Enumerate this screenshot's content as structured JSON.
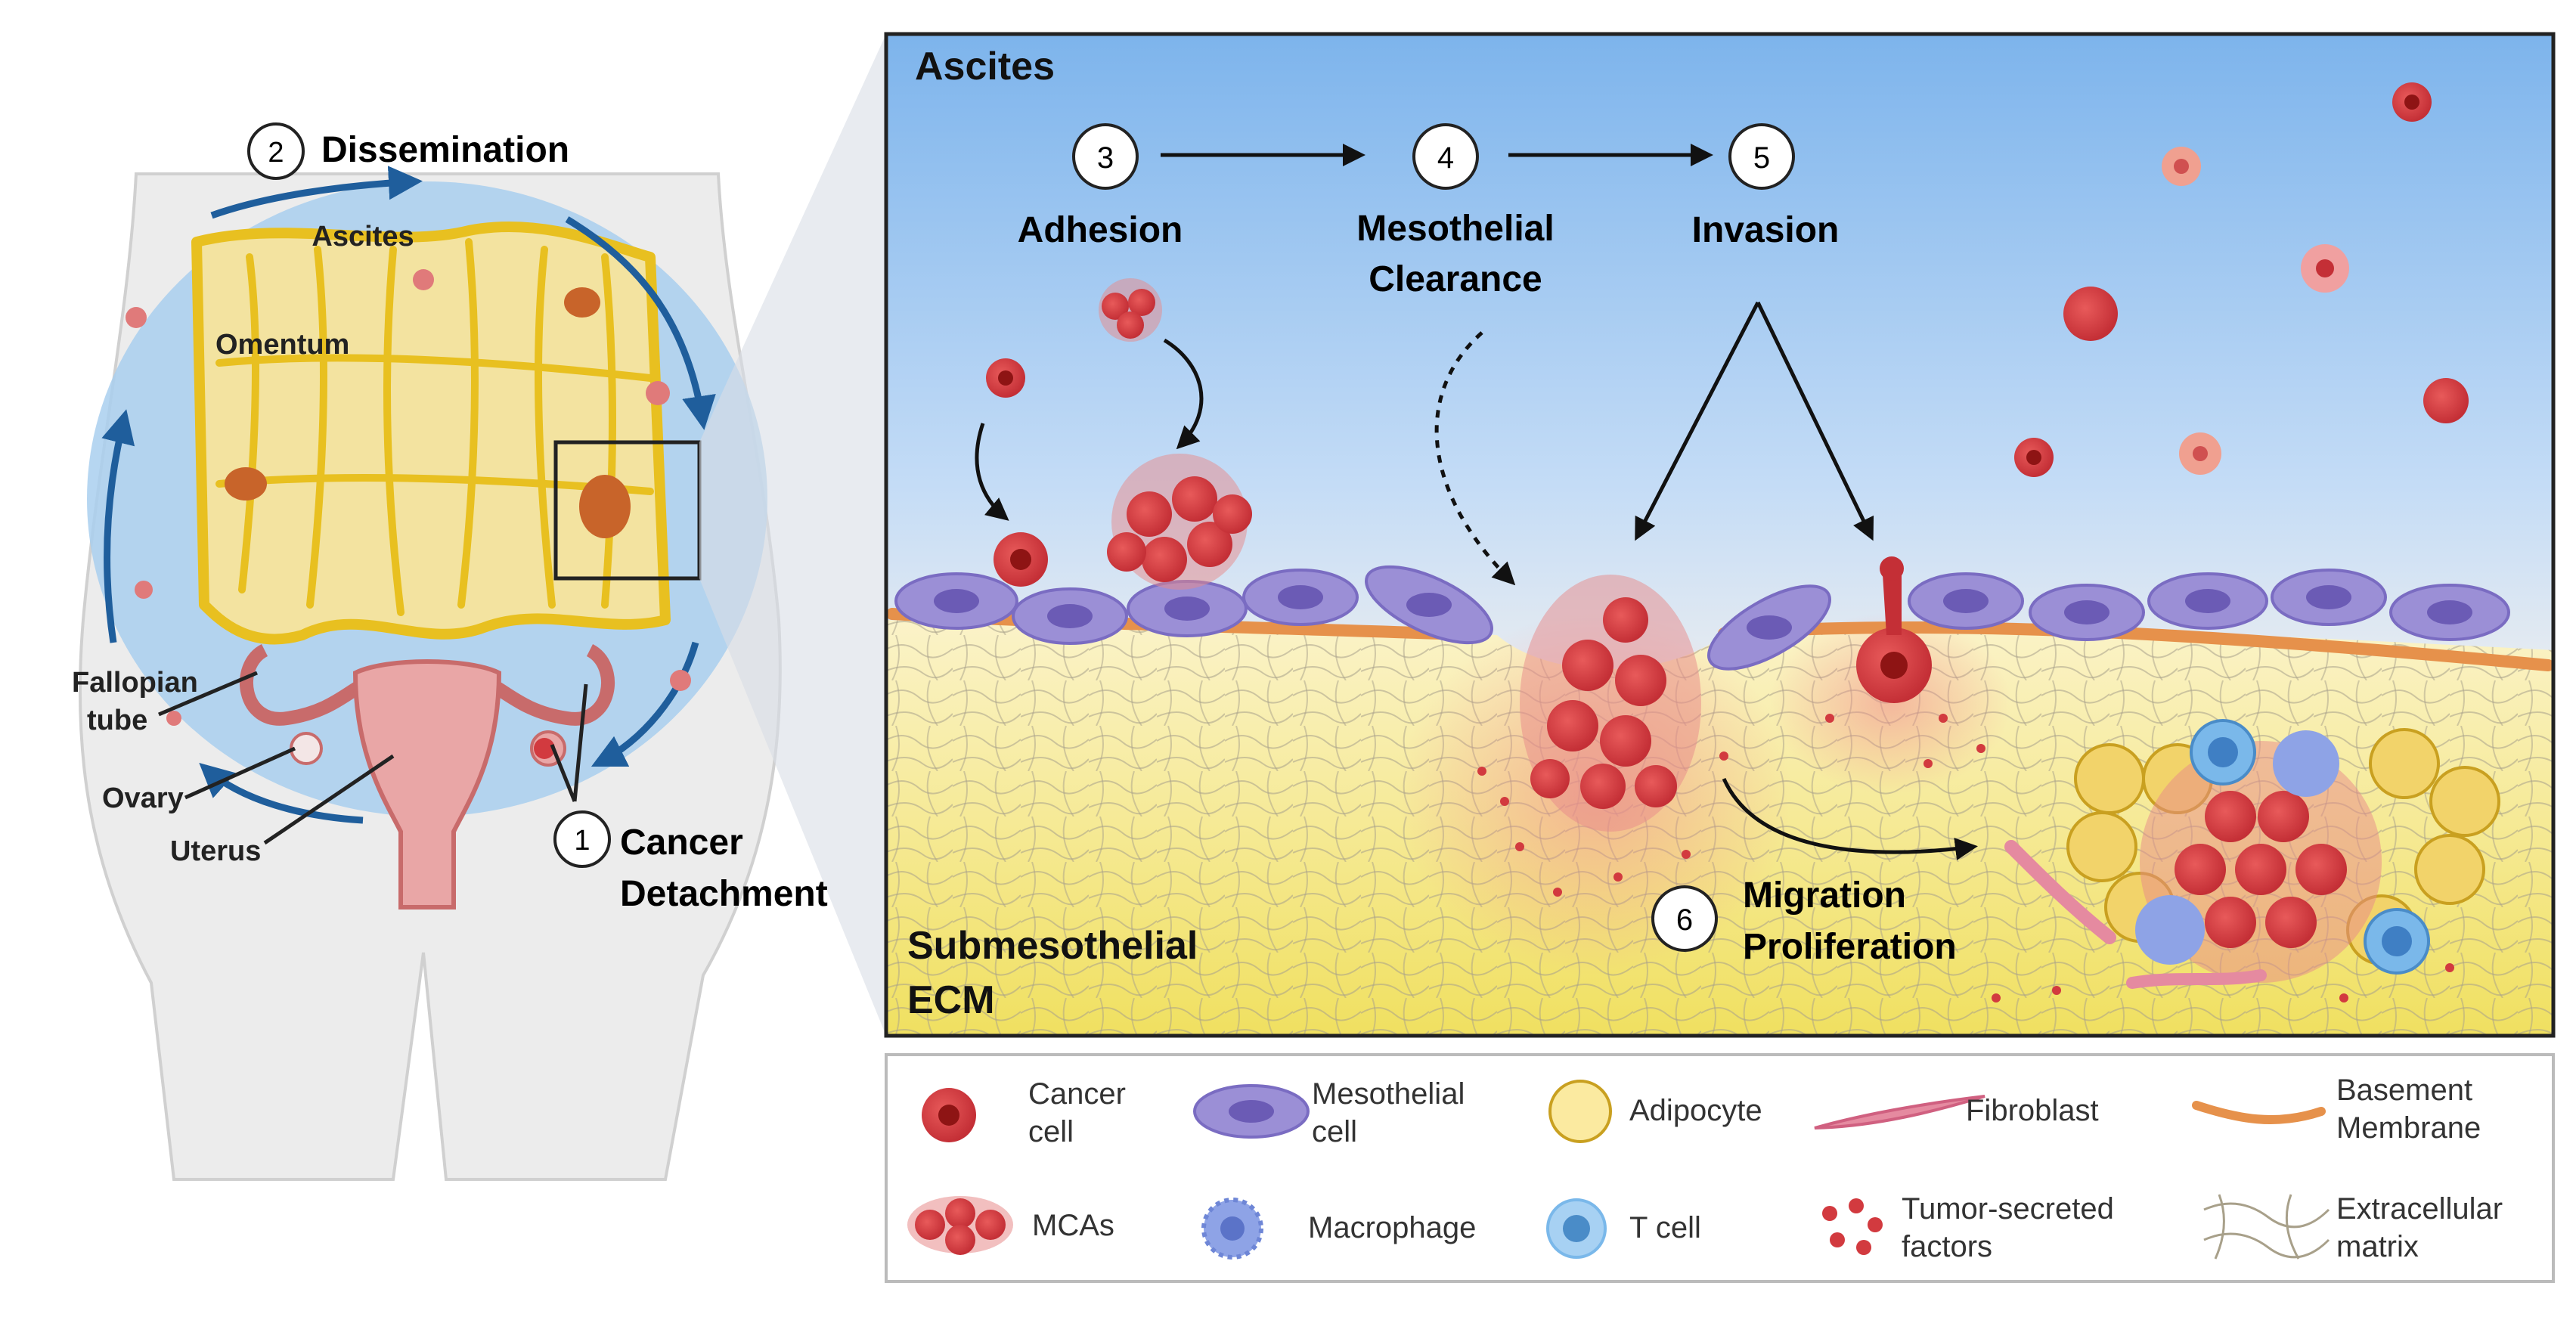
{
  "left_panel": {
    "dissemination": {
      "number": "2",
      "label": "Dissemination"
    },
    "ascites": "Ascites",
    "omentum": "Omentum",
    "fallopian_tube": [
      "Fallopian",
      "tube"
    ],
    "ovary": "Ovary",
    "uterus": "Uterus",
    "cancer_detachment": {
      "number": "1",
      "label": [
        "Cancer",
        "Detachment"
      ]
    }
  },
  "main_panel": {
    "ascites_label": "Ascites",
    "steps": [
      {
        "number": "3",
        "label": [
          "Adhesion"
        ]
      },
      {
        "number": "4",
        "label": [
          "Mesothelial",
          "Clearance"
        ]
      },
      {
        "number": "5",
        "label": [
          "Invasion"
        ]
      },
      {
        "number": "6",
        "label": [
          "Migration",
          "Proliferation"
        ]
      }
    ],
    "ecm_label": [
      "Submesothelial",
      "ECM"
    ]
  },
  "legend": [
    {
      "icon": "cancer-cell-icon",
      "label": [
        "Cancer",
        "cell"
      ]
    },
    {
      "icon": "mesothelial-cell-icon",
      "label": [
        "Mesothelial",
        "cell"
      ]
    },
    {
      "icon": "adipocyte-icon",
      "label": [
        "Adipocyte"
      ]
    },
    {
      "icon": "fibroblast-icon",
      "label": [
        "Fibroblast"
      ]
    },
    {
      "icon": "basement-membrane-icon",
      "label": [
        "Basement",
        "Membrane"
      ]
    },
    {
      "icon": "mcas-icon",
      "label": [
        "MCAs"
      ]
    },
    {
      "icon": "macrophage-icon",
      "label": [
        "Macrophage"
      ]
    },
    {
      "icon": "t-cell-icon",
      "label": [
        "T cell"
      ]
    },
    {
      "icon": "tumor-secreted-factors-icon",
      "label": [
        "Tumor-secreted",
        "factors"
      ]
    },
    {
      "icon": "extracellular-matrix-icon",
      "label": [
        "Extracellular",
        "matrix"
      ]
    }
  ],
  "colors": {
    "cancer": "#d23a3f",
    "cancer_dark": "#8e1414",
    "mesothelial": "#9b8fd6",
    "mesothelial_nucleus": "#6b5bb5",
    "adipocyte": "#f2d36a",
    "fibroblast": "#e58aa0",
    "membrane": "#e6914b",
    "macrophage": "#8ea3e6",
    "t_cell": "#7ab8ea",
    "omentum": "#e8c020",
    "ascites_blue": "#a9cfee",
    "arrow_blue": "#1f5e9c"
  }
}
